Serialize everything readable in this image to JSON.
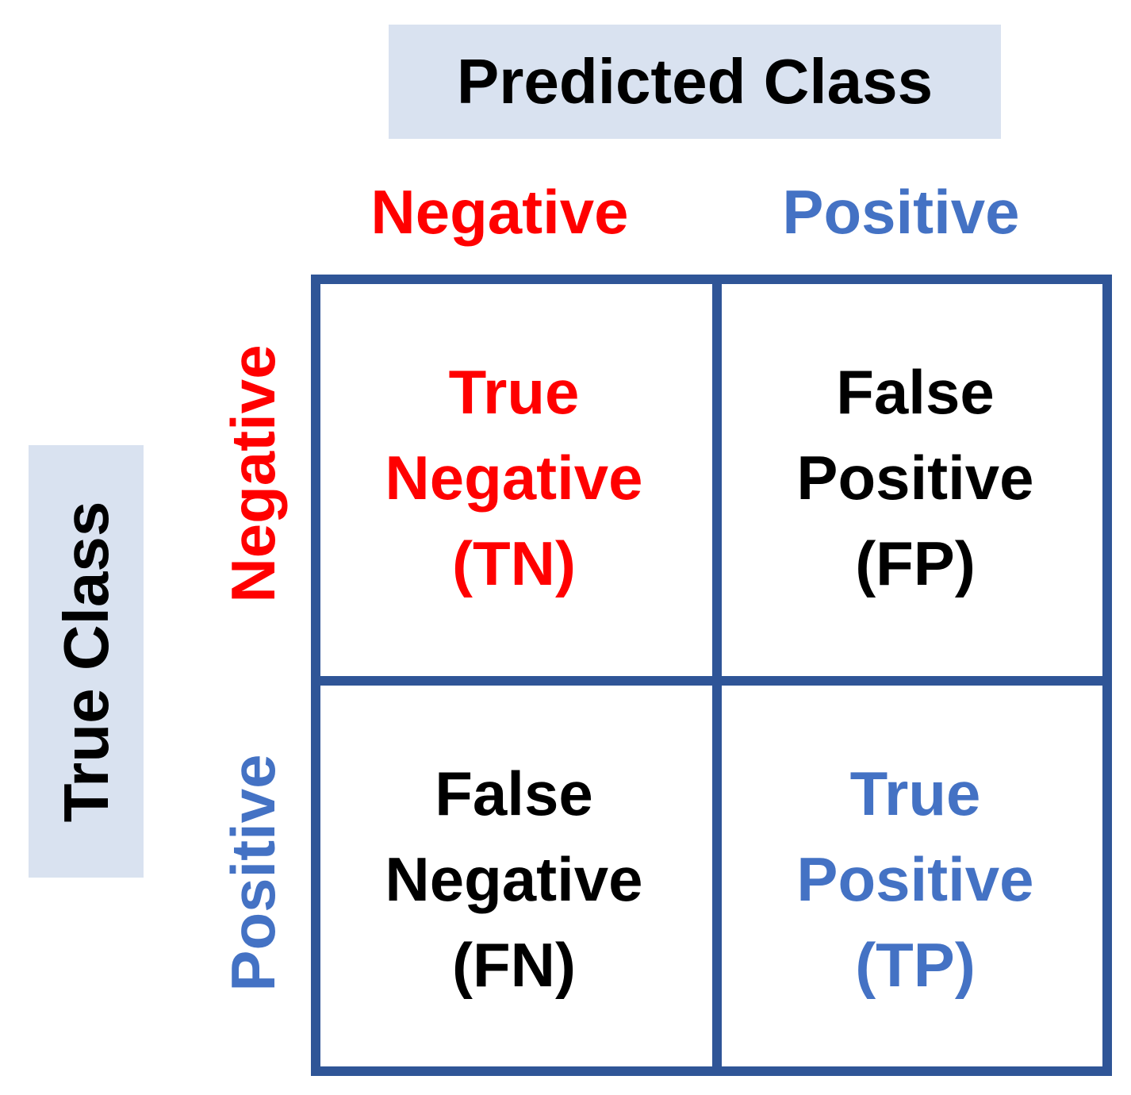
{
  "colors": {
    "negative": "#ff0000",
    "positive": "#4472c4",
    "neutral": "#000000",
    "header_fill": "#d9e2f0",
    "grid_border": "#2f5597"
  },
  "predicted_header": "Predicted Class",
  "true_header": "True Class",
  "columns": [
    {
      "label": "Negative",
      "tone": "negative"
    },
    {
      "label": "Positive",
      "tone": "positive"
    }
  ],
  "rows": [
    {
      "label": "Negative",
      "tone": "negative"
    },
    {
      "label": "Positive",
      "tone": "positive"
    }
  ],
  "cells": {
    "tn": {
      "line1": "True",
      "line2": "Negative",
      "line3": "(TN)",
      "tone": "negative"
    },
    "fp": {
      "line1": "False",
      "line2": "Positive",
      "line3": "(FP)",
      "tone": "neutral"
    },
    "fn": {
      "line1": "False",
      "line2": "Negative",
      "line3": "(FN)",
      "tone": "neutral"
    },
    "tp": {
      "line1": "True",
      "line2": "Positive",
      "line3": "(TP)",
      "tone": "positive"
    }
  }
}
